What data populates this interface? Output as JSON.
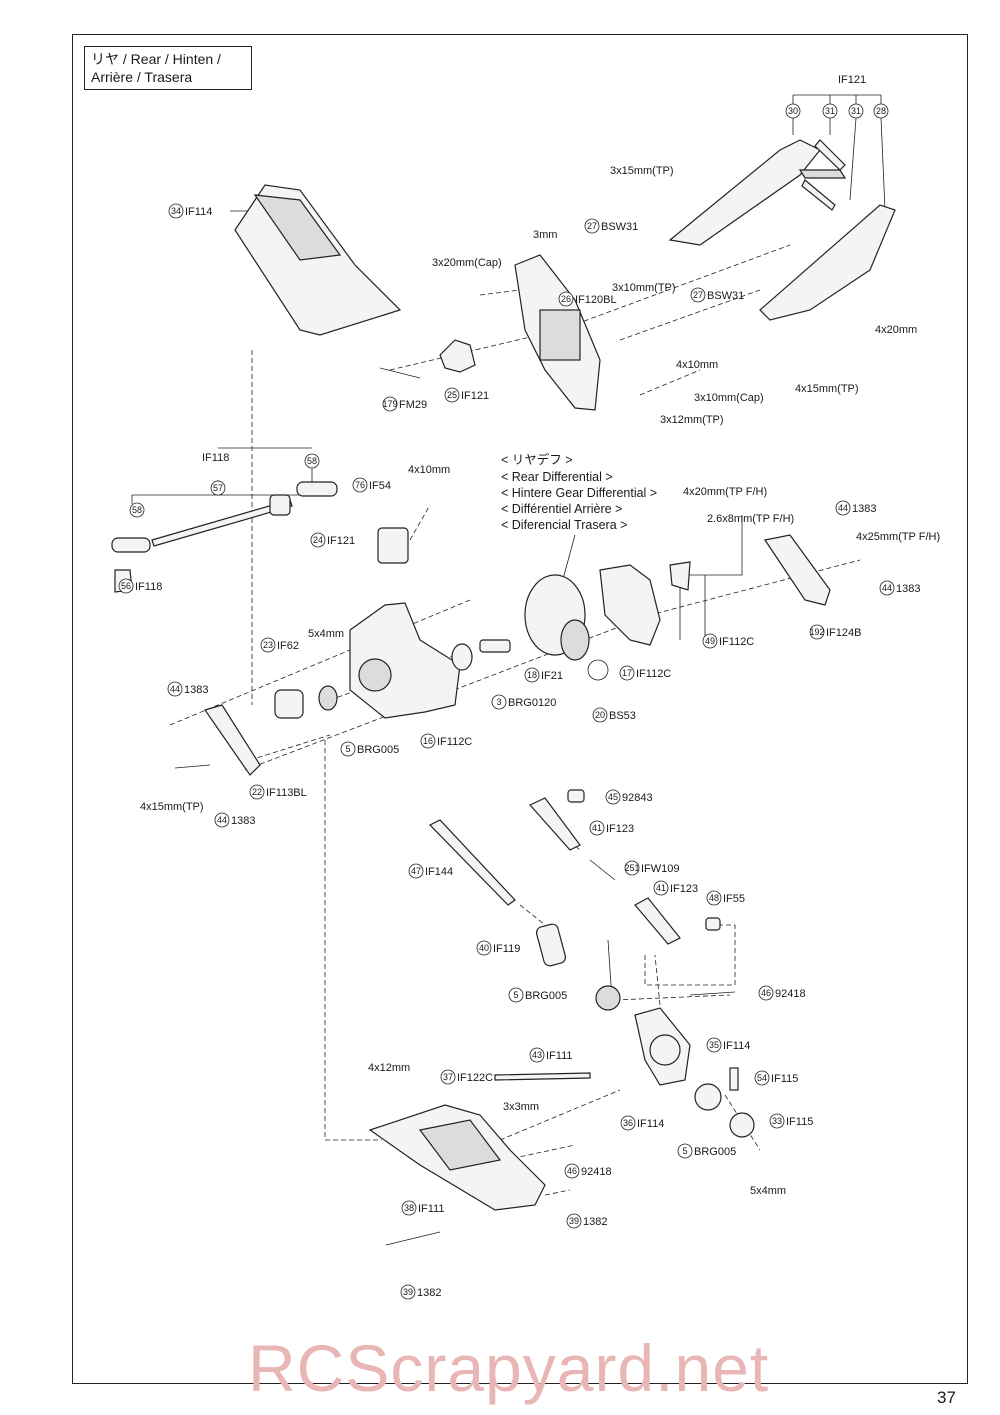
{
  "section_title": {
    "line1": "リヤ /  Rear / Hinten /",
    "line2": "Arrière / Trasera"
  },
  "rear_diff_title": [
    "< リヤデフ >",
    "< Rear Differential >",
    "< Hintere Gear Differential >",
    "< Différentiel Arrière >",
    "< Diferencial Trasera >"
  ],
  "part_labels": [
    {
      "n": "",
      "text": "IF121"
    },
    {
      "n": "30",
      "text": ""
    },
    {
      "n": "31",
      "text": ""
    },
    {
      "n": "31",
      "text": ""
    },
    {
      "n": "28",
      "text": ""
    },
    {
      "n": "",
      "text": "3x15mm(TP)"
    },
    {
      "n": "34",
      "text": "IF114"
    },
    {
      "n": "",
      "text": "3mm"
    },
    {
      "n": "27",
      "text": "BSW31"
    },
    {
      "n": "",
      "text": "3x20mm(Cap)"
    },
    {
      "n": "26",
      "text": "IF120BL"
    },
    {
      "n": "",
      "text": "3x10mm(TP)"
    },
    {
      "n": "27",
      "text": "BSW31"
    },
    {
      "n": "",
      "text": "4x20mm"
    },
    {
      "n": "",
      "text": "4x10mm"
    },
    {
      "n": "",
      "text": "3x10mm(Cap)"
    },
    {
      "n": "",
      "text": "4x15mm(TP)"
    },
    {
      "n": "",
      "text": "3x12mm(TP)"
    },
    {
      "n": "179",
      "text": "FM29"
    },
    {
      "n": "25",
      "text": "IF121"
    },
    {
      "n": "",
      "text": "IF118"
    },
    {
      "n": "58",
      "text": ""
    },
    {
      "n": "57",
      "text": ""
    },
    {
      "n": "58",
      "text": ""
    },
    {
      "n": "56",
      "text": "IF118"
    },
    {
      "n": "76",
      "text": "IF54"
    },
    {
      "n": "",
      "text": "4x10mm"
    },
    {
      "n": "24",
      "text": "IF121"
    },
    {
      "n": "",
      "text": "4x20mm(TP F/H)"
    },
    {
      "n": "",
      "text": "2.6x8mm(TP F/H)"
    },
    {
      "n": "44",
      "text": "1383"
    },
    {
      "n": "",
      "text": "4x25mm(TP F/H)"
    },
    {
      "n": "44",
      "text": "1383"
    },
    {
      "n": "192",
      "text": "IF124B"
    },
    {
      "n": "49",
      "text": "IF112C"
    },
    {
      "n": "17",
      "text": "IF112C"
    },
    {
      "n": "",
      "text": "5x4mm"
    },
    {
      "n": "23",
      "text": "IF62"
    },
    {
      "n": "18",
      "text": "IF21"
    },
    {
      "n": "3",
      "text": "BRG0120"
    },
    {
      "n": "20",
      "text": "BS53"
    },
    {
      "n": "44",
      "text": "1383"
    },
    {
      "n": "5",
      "text": "BRG005"
    },
    {
      "n": "16",
      "text": "IF112C"
    },
    {
      "n": "",
      "text": "4x15mm(TP)"
    },
    {
      "n": "22",
      "text": "IF113BL"
    },
    {
      "n": "44",
      "text": "1383"
    },
    {
      "n": "45",
      "text": "92843"
    },
    {
      "n": "41",
      "text": "IF123"
    },
    {
      "n": "47",
      "text": "IF144"
    },
    {
      "n": "251",
      "text": "IFW109"
    },
    {
      "n": "41",
      "text": "IF123"
    },
    {
      "n": "48",
      "text": "IF55"
    },
    {
      "n": "40",
      "text": "IF119"
    },
    {
      "n": "5",
      "text": "BRG005"
    },
    {
      "n": "46",
      "text": "92418"
    },
    {
      "n": "35",
      "text": "IF114"
    },
    {
      "n": "",
      "text": "4x12mm"
    },
    {
      "n": "37",
      "text": "IF122C"
    },
    {
      "n": "43",
      "text": "IF111"
    },
    {
      "n": "54",
      "text": "IF115"
    },
    {
      "n": "",
      "text": "3x3mm"
    },
    {
      "n": "36",
      "text": "IF114"
    },
    {
      "n": "33",
      "text": "IF115"
    },
    {
      "n": "46",
      "text": "92418"
    },
    {
      "n": "5",
      "text": "BRG005"
    },
    {
      "n": "",
      "text": "5x4mm"
    },
    {
      "n": "38",
      "text": "IF111"
    },
    {
      "n": "39",
      "text": "1382"
    },
    {
      "n": "39",
      "text": "1382"
    }
  ],
  "watermark": "RCScrapyard.net",
  "page_number": "37"
}
